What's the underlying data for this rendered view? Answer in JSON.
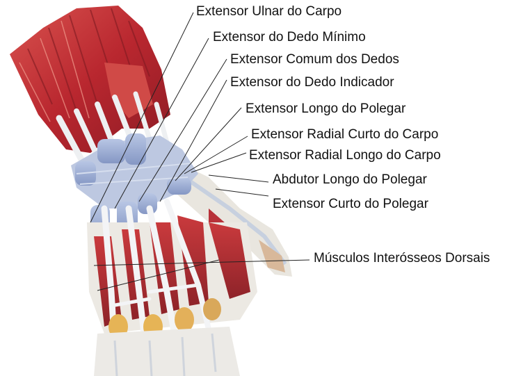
{
  "labels": {
    "extensor_ulnar_carpo": "Extensor Ulnar do Carpo",
    "extensor_dedo_minimo": "Extensor do Dedo Mínimo",
    "extensor_comum_dedos": "Extensor Comum dos Dedos",
    "extensor_dedo_indicador": "Extensor do Dedo Indicador",
    "extensor_longo_polegar": "Extensor Longo do Polegar",
    "extensor_radial_curto_carpo": "Extensor Radial Curto do Carpo",
    "extensor_radial_longo_carpo": "Extensor Radial Longo do Carpo",
    "abdutor_longo_polegar": "Abdutor Longo do Polegar",
    "extensor_curto_polegar": "Extensor Curto do Polegar",
    "musculos_interosseos_dorsais": "Músculos Interósseos Dorsais"
  },
  "colors": {
    "muscle": "#c8333a",
    "muscle_dark": "#9e1f2a",
    "muscle_light": "#e27a6e",
    "tendon": "#eef0f2",
    "retinaculum": "#aab6cf",
    "sheath": "#9fb0d4",
    "leader_line": "#222222"
  }
}
